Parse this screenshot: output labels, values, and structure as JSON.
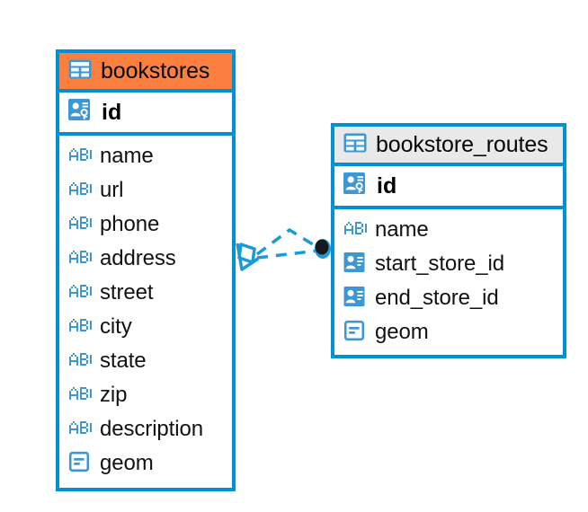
{
  "diagram": {
    "type": "entity-relationship-diagram",
    "background_color": "#ffffff",
    "accent_color": "#fb8040",
    "border_color": "#0090d4",
    "header_plain_color": "#e9e9e9",
    "icon_color": "#3d97d3"
  },
  "entities": [
    {
      "name": "bookstores",
      "header_style": "accent",
      "table_icon": "table-icon",
      "primary_key": {
        "name": "id",
        "icon": "primary-key-icon"
      },
      "fields": [
        {
          "name": "name",
          "icon": "text-abc-icon"
        },
        {
          "name": "url",
          "icon": "text-abc-icon"
        },
        {
          "name": "phone",
          "icon": "text-abc-icon"
        },
        {
          "name": "address",
          "icon": "text-abc-icon"
        },
        {
          "name": "street",
          "icon": "text-abc-icon"
        },
        {
          "name": "city",
          "icon": "text-abc-icon"
        },
        {
          "name": "state",
          "icon": "text-abc-icon"
        },
        {
          "name": "zip",
          "icon": "text-abc-icon"
        },
        {
          "name": "description",
          "icon": "text-abc-icon"
        },
        {
          "name": "geom",
          "icon": "geometry-icon"
        }
      ]
    },
    {
      "name": "bookstore_routes",
      "header_style": "plain",
      "table_icon": "table-icon",
      "primary_key": {
        "name": "id",
        "icon": "primary-key-icon"
      },
      "fields": [
        {
          "name": "name",
          "icon": "text-abc-icon"
        },
        {
          "name": "start_store_id",
          "icon": "foreign-key-icon"
        },
        {
          "name": "end_store_id",
          "icon": "foreign-key-icon"
        },
        {
          "name": "geom",
          "icon": "geometry-icon"
        }
      ]
    }
  ],
  "relationship": {
    "from_entity": "bookstores",
    "to_entity": "bookstore_routes",
    "line_style": "dashed",
    "line_color": "#1a9ad7",
    "from_marker": "crows-foot-diamond-marker",
    "to_marker": "filled-circle-marker"
  }
}
